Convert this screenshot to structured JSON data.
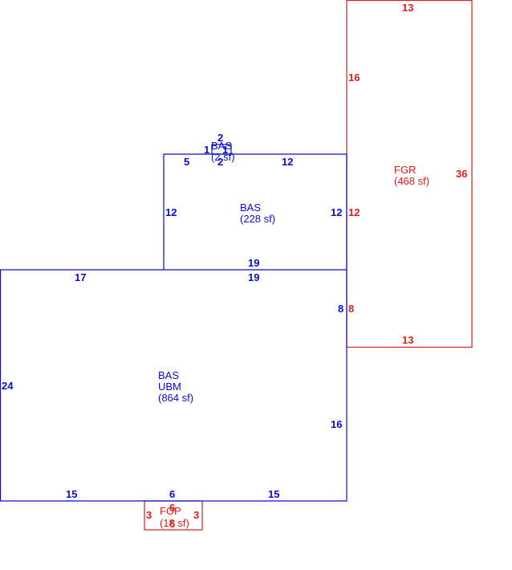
{
  "colors": {
    "living": "#0a0ad2",
    "garage_porch": "#d81e1e",
    "background": "#ffffff"
  },
  "areas": {
    "bas_main": {
      "line1": "BAS",
      "line2": "UBM",
      "line3": "(864 sf)"
    },
    "bas_upper": {
      "line1": "BAS",
      "line2": "(228 sf)"
    },
    "bas_small": {
      "line1": "BAS",
      "line2": "(2 sf)"
    },
    "fgr": {
      "line1": "FGR",
      "line2": "(468 sf)"
    },
    "fop": {
      "line1": "FOP",
      "line2": "(18 sf)"
    }
  },
  "dims": {
    "main_top_left": "17",
    "main_top_right": "19",
    "main_left": "24",
    "main_right_upper": "8",
    "main_right_lower": "16",
    "main_bottom_left": "15",
    "main_bottom_mid": "6",
    "main_bottom_right": "15",
    "upper_top_left": "5",
    "upper_top_right": "12",
    "upper_left": "12",
    "upper_right": "12",
    "upper_bottom": "19",
    "small_top": "2",
    "small_left": "1",
    "small_right": "1",
    "small_bottom": "2",
    "fgr_top": "13",
    "fgr_left_upper": "16",
    "fgr_left_mid": "12",
    "fgr_left_lower": "8",
    "fgr_right": "36",
    "fgr_bottom": "13",
    "fop_left": "3",
    "fop_right": "3",
    "fop_top": "6",
    "fop_bottom": "6"
  }
}
